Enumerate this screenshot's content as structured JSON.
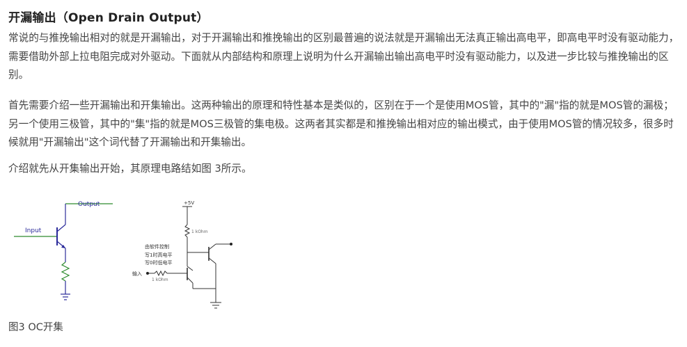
{
  "article": {
    "heading": "开漏输出（Open Drain Output）",
    "paragraphs": [
      "常说的与推挽输出相对的就是开漏输出，对于开漏输出和推挽输出的区别最普遍的说法就是开漏输出无法真正输出高电平，即高电平时没有驱动能力，需要借助外部上拉电阻完成对外驱动。下面就从内部结构和原理上说明为什么开漏输出输出高电平时没有驱动能力，以及进一步比较与推挽输出的区别。",
      "首先需要介绍一些开漏输出和开集输出。这两种输出的原理和特性基本是类似的，区别在于一个是使用MOS管，其中的\"漏\"指的就是MOS管的漏极；另一个使用三极管，其中的\"集\"指的就是MOS三极管的集电极。这两者其实都是和推挽输出相对应的输出模式，由于使用MOS管的情况较多，很多时候就用\"开漏输出\"这个词代替了开漏输出和开集输出。",
      "介绍就先从开集输出开始，其原理电路结如图 3所示。"
    ],
    "caption": "图3 OC开集"
  },
  "figure_left": {
    "output_label": "Output",
    "input_label": "Input",
    "wire_color": "#2e8b2e",
    "part_color": "#2a2a9a"
  },
  "figure_right": {
    "supply_label": "+5V",
    "pullup_label": "1 kOhm",
    "note_line1": "由软件控制",
    "note_line2": "写1时高电平",
    "note_line3": "写0时低电平",
    "input_label": "输入",
    "input_res_label": "1 kOhm"
  }
}
